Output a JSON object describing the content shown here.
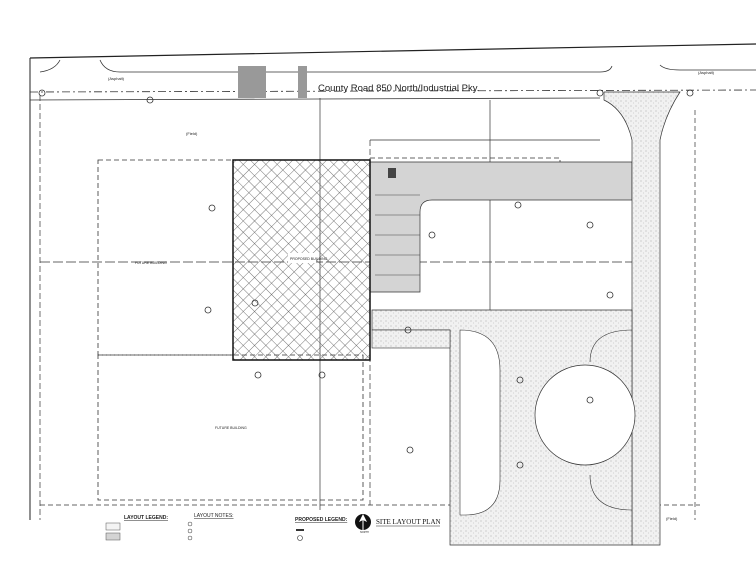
{
  "drawing": {
    "road_name": "County Road 850 North/Industrial Pky.",
    "asphalt_label": "(Asphalt)",
    "field_label": "(Field)",
    "building_label": "PROPOSED BUILDING",
    "future_building_label": "FUTURE BUILDING"
  },
  "legend": {
    "layout_legend_title": "LAYOUT LEGEND:",
    "layout_notes_title": "LAYOUT NOTES:",
    "proposed_legend_title": "PROPOSED LEGEND:",
    "title": "SITE LAYOUT PLAN",
    "north_label": "NORTH"
  },
  "colors": {
    "line": "#222222",
    "pavement": "#d4d4d4",
    "stipple": "#ececec",
    "hatch": "#555555"
  }
}
